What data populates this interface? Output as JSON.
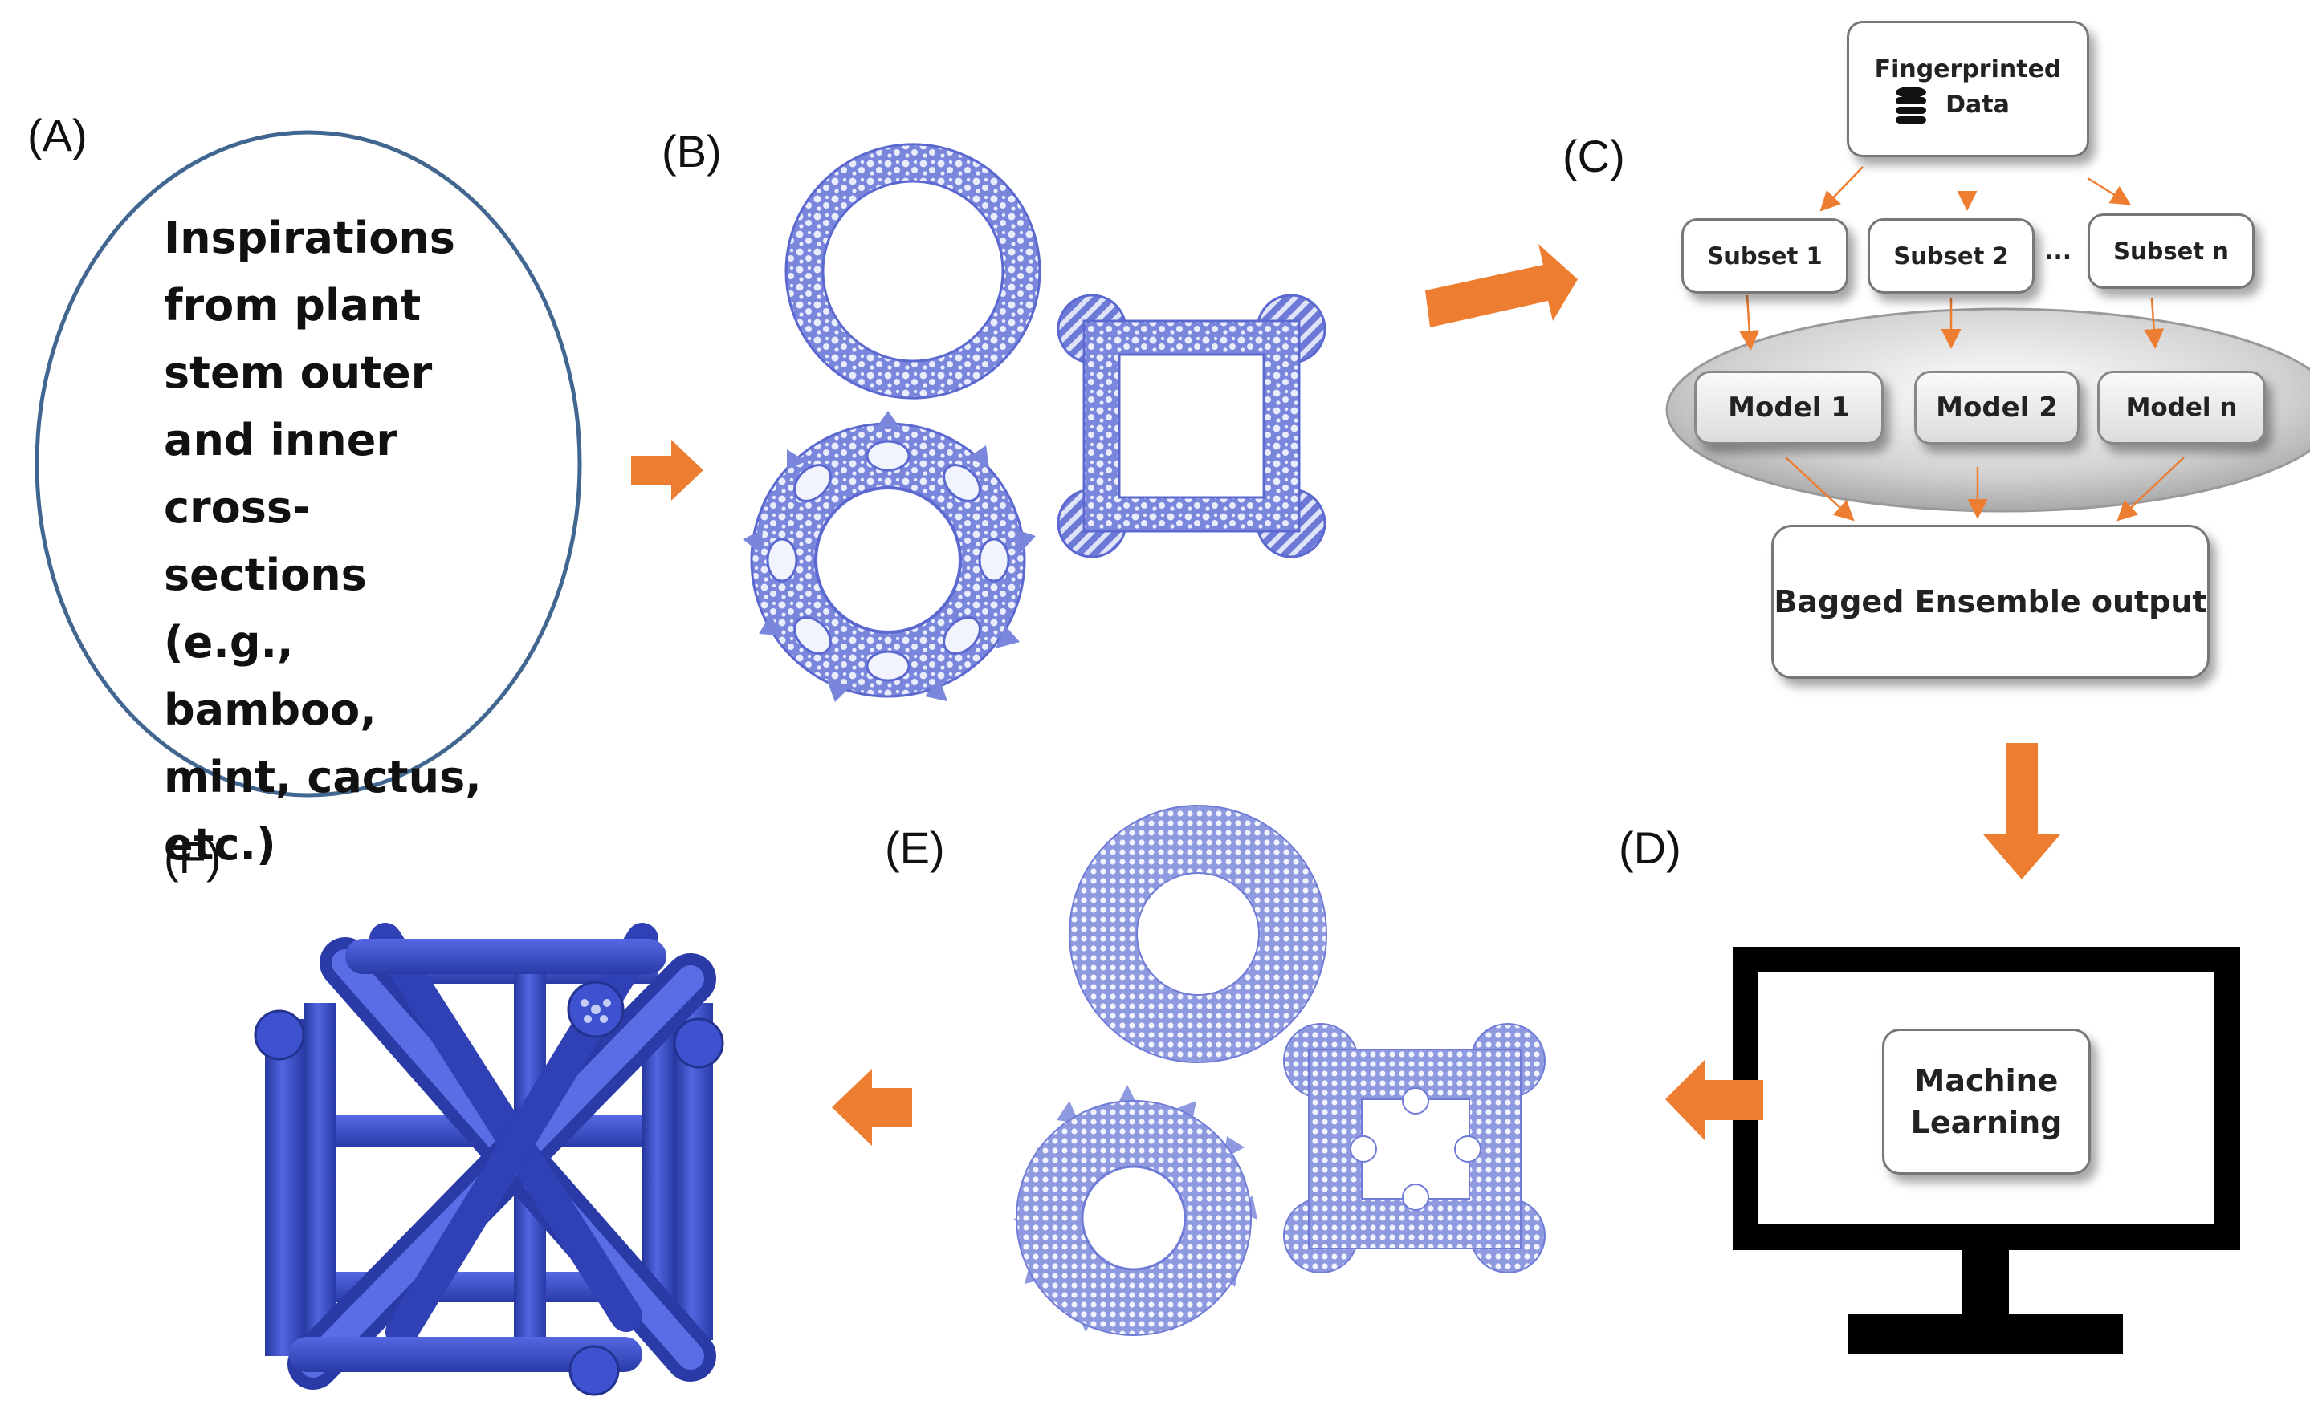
{
  "panels": {
    "a": {
      "label": "(A)",
      "text": "Inspirations\nfrom plant\nstem outer\nand inner\ncross-sections\n(e.g., bamboo,\nmint, cactus,\netc.)"
    },
    "b": {
      "label": "(B)"
    },
    "c": {
      "label": "(C)",
      "data_box": {
        "line1": "Fingerprinted",
        "line2": "Data",
        "icon": "database-icon"
      },
      "subsets": [
        "Subset 1",
        "Subset 2",
        "Subset n"
      ],
      "ellipsis": "...",
      "models": [
        "Model 1",
        "Model 2",
        "Model n"
      ],
      "output": "Bagged Ensemble output"
    },
    "d": {
      "label": "(D)",
      "screen_line1": "Machine",
      "screen_line2": "Learning",
      "icon": "monitor-icon"
    },
    "e": {
      "label": "(E)"
    },
    "f": {
      "label": "(F)"
    }
  },
  "colors": {
    "arrow": "#ED7D31",
    "structure": "#7480D8",
    "structure_dark": "#4C5BC6",
    "lattice": "#3E52D0",
    "ellipse_stroke": "#41668F"
  }
}
